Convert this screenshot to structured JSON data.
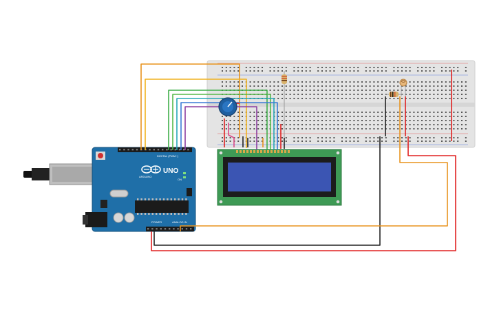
{
  "board": {
    "brand": "ARDUINO",
    "model": "UNO",
    "digital_label": "DIGITAL (PWM~)",
    "power_label": "POWER",
    "analog_label": "ANALOG IN",
    "on_label": "ON"
  },
  "colors": {
    "canvas": "#ffffff",
    "breadboard": "#e6e6e6",
    "arduino": "#1f6fa8",
    "lcd_pcb": "#3e9a55",
    "lcd_screen": "#3b55b3",
    "wire_orange": "#e8931d",
    "wire_yellow": "#f0b21e",
    "wire_green": "#3fae49",
    "wire_teal": "#26a7b8",
    "wire_blue": "#3a7bd5",
    "wire_purple": "#8e3fa0",
    "wire_red": "#e02020",
    "wire_black": "#222222",
    "wire_pink": "#d94b87"
  },
  "components": {
    "potentiometer_icon": "potentiometer-icon",
    "resistor_icon": "resistor-icon",
    "photoresistor_icon": "photoresistor-icon",
    "usb_icon": "usb-connector-icon",
    "reset_icon": "reset-button-icon"
  }
}
